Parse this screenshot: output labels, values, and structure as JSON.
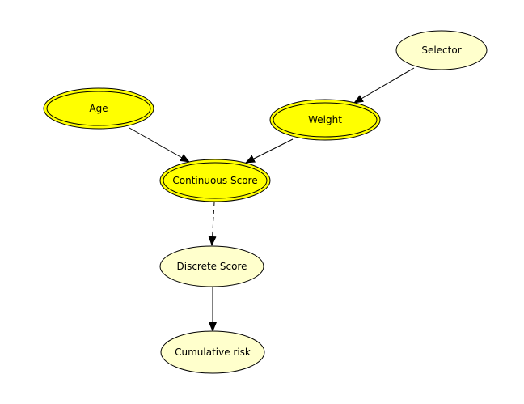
{
  "colors": {
    "background": "#ffffff",
    "highlighted_fill": "#ffff00",
    "normal_fill": "#ffffcc",
    "stroke": "#000000"
  },
  "nodes": {
    "selector": {
      "label": "Selector",
      "highlighted": false
    },
    "age": {
      "label": "Age",
      "highlighted": true
    },
    "weight": {
      "label": "Weight",
      "highlighted": true
    },
    "continuous_score": {
      "label": "Continuous Score",
      "highlighted": true
    },
    "discrete_score": {
      "label": "Discrete Score",
      "highlighted": false
    },
    "cumulative_risk": {
      "label": "Cumulative risk",
      "highlighted": false
    }
  },
  "edges": [
    {
      "from": "selector",
      "to": "weight",
      "style": "solid"
    },
    {
      "from": "age",
      "to": "continuous_score",
      "style": "solid"
    },
    {
      "from": "weight",
      "to": "continuous_score",
      "style": "solid"
    },
    {
      "from": "continuous_score",
      "to": "discrete_score",
      "style": "dashed"
    },
    {
      "from": "discrete_score",
      "to": "cumulative_risk",
      "style": "solid"
    }
  ]
}
